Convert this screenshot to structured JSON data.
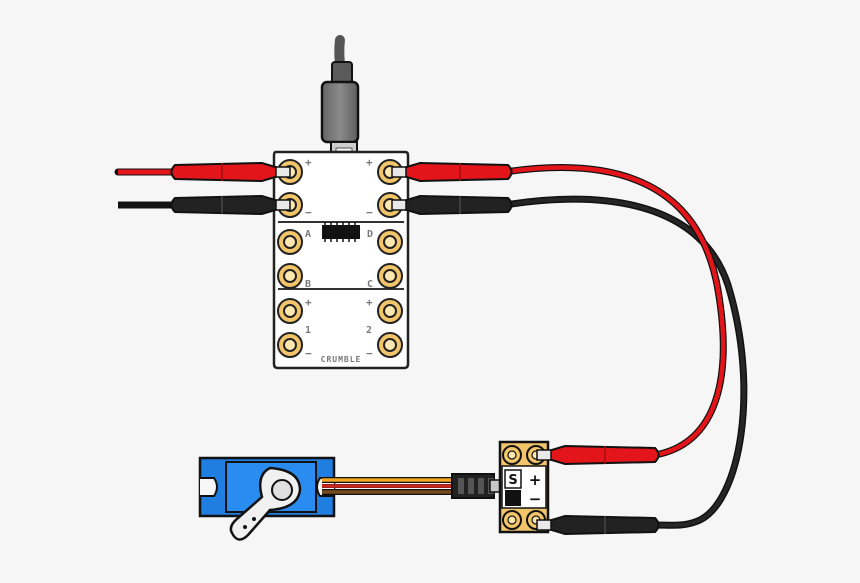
{
  "board": {
    "name": "CRUMBLE",
    "left_pins": [
      "+",
      "−",
      "A",
      "B",
      "+",
      "−"
    ],
    "left_sub": [
      "",
      "",
      "",
      "",
      "1",
      ""
    ],
    "right_pins": [
      "+",
      "−",
      "D",
      "C",
      "+",
      "−"
    ],
    "right_sub": [
      "",
      "",
      "",
      "",
      "2",
      ""
    ]
  },
  "connector": {
    "signal": "S",
    "plus": "+",
    "minus": "−"
  },
  "colors": {
    "background": "#f6f6f6",
    "wire_red": "#e3151a",
    "wire_black": "#1a1a1a",
    "pad_gold": "#f2c56a",
    "servo_blue": "#1f7ee0",
    "board": "#ffffff"
  }
}
